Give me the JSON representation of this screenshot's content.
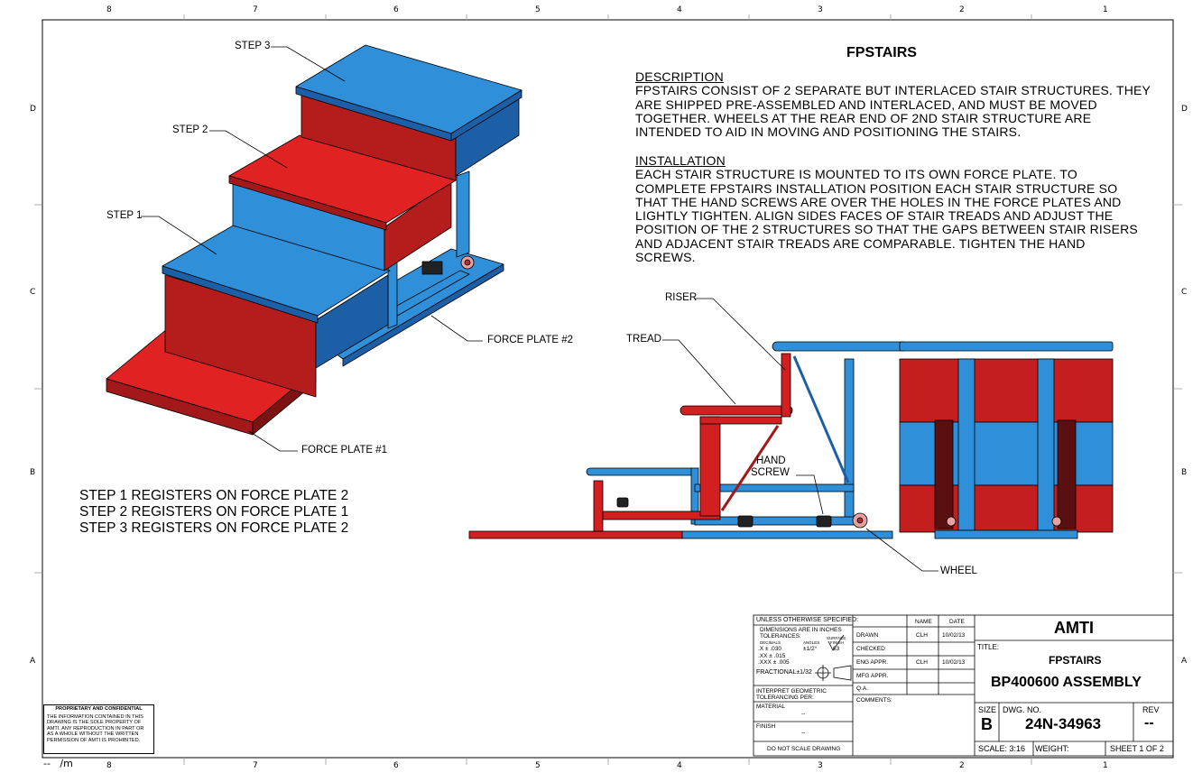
{
  "border": {
    "zones_top": [
      "8",
      "7",
      "6",
      "5",
      "4",
      "3",
      "2",
      "1"
    ],
    "zones_bottom": [
      "8",
      "7",
      "6",
      "5",
      "4",
      "3",
      "2",
      "1"
    ],
    "zones_left": [
      "D",
      "C",
      "B",
      "A"
    ],
    "zones_right": [
      "D",
      "C",
      "B",
      "A"
    ],
    "corner_marks": "--   /m"
  },
  "drawing": {
    "title": "FPSTAIRS",
    "description_heading": "DESCRIPTION",
    "description_lines": [
      "FPSTAIRS CONSIST OF 2 SEPARATE BUT INTERLACED STAIR STRUCTURES.  THEY",
      "ARE SHIPPED PRE-ASSEMBLED AND INTERLACED, AND MUST BE MOVED",
      "TOGETHER.  WHEELS AT THE REAR END OF 2ND STAIR STRUCTURE ARE",
      "INTENDED TO AID IN MOVING AND POSITIONING THE STAIRS."
    ],
    "installation_heading": "INSTALLATION",
    "installation_lines": [
      "EACH STAIR STRUCTURE IS MOUNTED TO ITS OWN FORCE PLATE.  TO",
      "COMPLETE FPSTAIRS INSTALLATION  POSITION EACH STAIR STRUCTURE SO",
      "THAT THE HAND SCREWS ARE OVER THE HOLES IN THE FORCE PLATES AND",
      "LIGHTLY TIGHTEN.  ALIGN SIDES FACES OF STAIR TREADS AND  ADJUST THE",
      "POSITION OF THE 2 STRUCTURES SO THAT THE GAPS BETWEEN STAIR RISERS",
      "AND ADJACENT STAIR TREADS ARE COMPARABLE.  TIGHTEN THE HAND",
      "SCREWS."
    ],
    "callouts": {
      "step3": "STEP 3",
      "step2": "STEP 2",
      "step1": "STEP 1",
      "force_plate_2": "FORCE PLATE #2",
      "force_plate_1": "FORCE PLATE #1",
      "riser": "RISER",
      "tread": "TREAD",
      "hand": "HAND",
      "screw": "SCREW",
      "wheel": "WHEEL"
    },
    "step_notes": [
      "STEP 1 REGISTERS ON FORCE PLATE 2",
      "STEP 2 REGISTERS ON FORCE PLATE 1",
      "STEP 3 REGISTERS ON FORCE PLATE 2"
    ],
    "colors": {
      "blue": "#2f8fd8",
      "red": "#d21f1f",
      "dark_red": "#8e1515",
      "dark_blue": "#1d5fa6",
      "outline": "#000000"
    }
  },
  "proprietary": {
    "heading": "PROPRIETARY AND CONFIDENTIAL",
    "lines": [
      "THE INFORMATION CONTAINED IN THIS",
      "DRAWING IS THE SOLE PROPERTY OF",
      "AMTI.  ANY REPRODUCTION IN PART OR",
      "AS A WHOLE WITHOUT THE WRITTEN",
      "PERMISSION OF AMTI IS PROHIBITED."
    ]
  },
  "title_block": {
    "unless": "UNLESS OTHERWISE SPECIFIED:",
    "dims1": "DIMENSIONS ARE IN INCHES",
    "dims2": "TOLERANCES:",
    "decimals": "DECIMALS",
    "angles": "ANGLES",
    "surface": "SURFACE",
    "finish": "FINISH",
    "tol_x": ".X ± .030",
    "tol_xx": ".XX ± .015",
    "tol_xxx": ".XXX ± .005",
    "tol_ang": "±1/2°",
    "surface_val": "63",
    "fractional": "FRACTIONAL±1/32",
    "interpret1": "INTERPRET GEOMETRIC",
    "interpret2": "TOLERANCING PER:",
    "material": "MATERIAL",
    "material_val": "--",
    "finish_label": "FINISH",
    "finish_val": "--",
    "do_not_scale": "DO NOT SCALE DRAWING",
    "name_hdr": "NAME",
    "date_hdr": "DATE",
    "drawn": "DRAWN",
    "drawn_name": "CLH",
    "drawn_date": "10/02/13",
    "checked": "CHECKED",
    "eng_appr": "ENG APPR.",
    "eng_name": "CLH",
    "eng_date": "10/02/13",
    "mfg_appr": "MFG APPR.",
    "qa": "Q.A.",
    "comments": "COMMENTS:",
    "company": "AMTI",
    "title_label": "TITLE:",
    "title1": "FPSTAIRS",
    "title2": "BP400600 ASSEMBLY",
    "size_label": "SIZE",
    "size_val": "B",
    "dwg_label": "DWG.  NO.",
    "dwg_val": "24N-34963",
    "rev_label": "REV",
    "rev_val": "--",
    "scale": "SCALE: 3:16",
    "weight": "WEIGHT:",
    "sheet": "SHEET 1 OF 2"
  }
}
